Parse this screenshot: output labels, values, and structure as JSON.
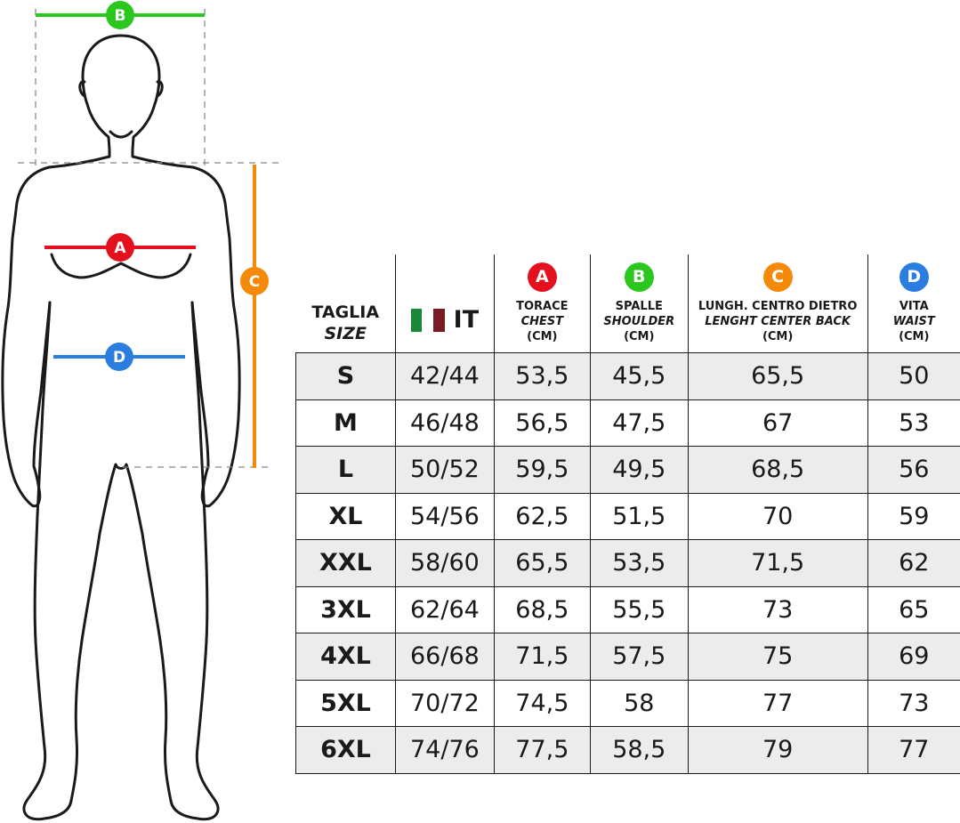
{
  "colors": {
    "A": "#e5101d",
    "B": "#2bc71e",
    "C": "#f58a0a",
    "D": "#2b7de0",
    "flag_green": "#1a8a3a",
    "flag_white": "#ffffff",
    "flag_red": "#7a1a22"
  },
  "diagram": {
    "markers": {
      "A": "A",
      "B": "B",
      "C": "C",
      "D": "D"
    }
  },
  "table": {
    "header": {
      "size": {
        "main": "TAGLIA",
        "sub": "SIZE"
      },
      "it": {
        "flag_icon": "italy-flag-icon",
        "label": "IT"
      },
      "columns": [
        {
          "badge": "A",
          "main": "TORACE",
          "sub": "CHEST",
          "unit": "(CM)"
        },
        {
          "badge": "B",
          "main": "SPALLE",
          "sub": "SHOULDER",
          "unit": "(CM)"
        },
        {
          "badge": "C",
          "main": "LUNGH. CENTRO DIETRO",
          "sub": "LENGHT CENTER BACK",
          "unit": "(CM)"
        },
        {
          "badge": "D",
          "main": "VITA",
          "sub": "WAIST",
          "unit": "(CM)"
        }
      ]
    },
    "rows": [
      {
        "size": "S",
        "it": "42/44",
        "chest": "53,5",
        "shoulder": "45,5",
        "length": "65,5",
        "waist": "50"
      },
      {
        "size": "M",
        "it": "46/48",
        "chest": "56,5",
        "shoulder": "47,5",
        "length": "67",
        "waist": "53"
      },
      {
        "size": "L",
        "it": "50/52",
        "chest": "59,5",
        "shoulder": "49,5",
        "length": "68,5",
        "waist": "56"
      },
      {
        "size": "XL",
        "it": "54/56",
        "chest": "62,5",
        "shoulder": "51,5",
        "length": "70",
        "waist": "59"
      },
      {
        "size": "XXL",
        "it": "58/60",
        "chest": "65,5",
        "shoulder": "53,5",
        "length": "71,5",
        "waist": "62"
      },
      {
        "size": "3XL",
        "it": "62/64",
        "chest": "68,5",
        "shoulder": "55,5",
        "length": "73",
        "waist": "65"
      },
      {
        "size": "4XL",
        "it": "66/68",
        "chest": "71,5",
        "shoulder": "57,5",
        "length": "75",
        "waist": "69"
      },
      {
        "size": "5XL",
        "it": "70/72",
        "chest": "74,5",
        "shoulder": "58",
        "length": "77",
        "waist": "73"
      },
      {
        "size": "6XL",
        "it": "74/76",
        "chest": "77,5",
        "shoulder": "58,5",
        "length": "79",
        "waist": "77"
      }
    ]
  }
}
